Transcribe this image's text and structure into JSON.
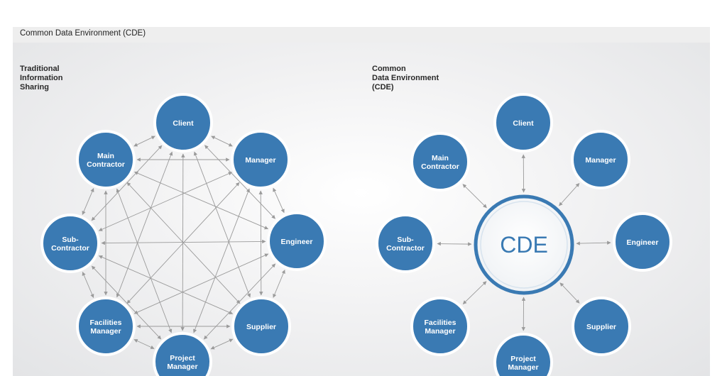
{
  "header": {
    "title": "Common Data Environment (CDE)"
  },
  "left_panel": {
    "heading": [
      "Traditional",
      "Information",
      "Sharing"
    ],
    "nodes": [
      {
        "key": "client",
        "lines": [
          "Client"
        ]
      },
      {
        "key": "manager",
        "lines": [
          "Manager"
        ]
      },
      {
        "key": "engineer",
        "lines": [
          "Engineer"
        ]
      },
      {
        "key": "supplier",
        "lines": [
          "Supplier"
        ]
      },
      {
        "key": "project-manager",
        "lines": [
          "Project",
          "Manager"
        ]
      },
      {
        "key": "facilities-manager",
        "lines": [
          "Facilities",
          "Manager"
        ]
      },
      {
        "key": "sub-contractor",
        "lines": [
          "Sub-",
          "Contractor"
        ]
      },
      {
        "key": "main-contractor",
        "lines": [
          "Main",
          "Contractor"
        ]
      }
    ]
  },
  "right_panel": {
    "heading": [
      "Common",
      "Data Environment",
      "(CDE)"
    ],
    "hub_label": "CDE",
    "nodes": [
      {
        "key": "client",
        "lines": [
          "Client"
        ]
      },
      {
        "key": "manager",
        "lines": [
          "Manager"
        ]
      },
      {
        "key": "engineer",
        "lines": [
          "Engineer"
        ]
      },
      {
        "key": "supplier",
        "lines": [
          "Supplier"
        ]
      },
      {
        "key": "project-manager",
        "lines": [
          "Project",
          "Manager"
        ]
      },
      {
        "key": "facilities-manager",
        "lines": [
          "Facilities",
          "Manager"
        ]
      },
      {
        "key": "sub-contractor",
        "lines": [
          "Sub-",
          "Contractor"
        ]
      },
      {
        "key": "main-contractor",
        "lines": [
          "Main",
          "Contractor"
        ]
      }
    ]
  },
  "colors": {
    "node_fill": "#3a7ab3",
    "hub_ring": "#3a7ab3",
    "edge": "#9a9a9a",
    "label_text": "#ffffff"
  }
}
